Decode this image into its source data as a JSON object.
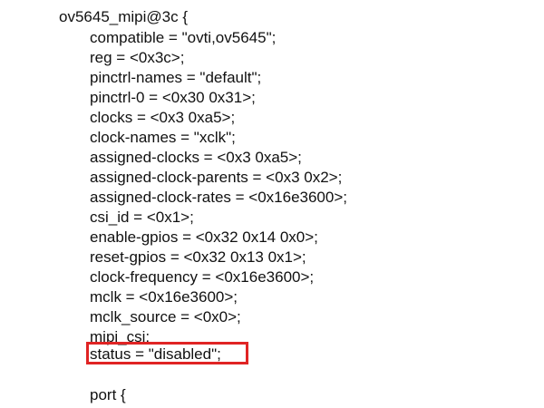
{
  "code": {
    "header": "ov5645_mipi@3c {",
    "lines": [
      "compatible = \"ovti,ov5645\";",
      "reg = <0x3c>;",
      "pinctrl-names = \"default\";",
      "pinctrl-0 = <0x30 0x31>;",
      "clocks = <0x3 0xa5>;",
      "clock-names = \"xclk\";",
      "assigned-clocks = <0x3 0xa5>;",
      "assigned-clock-parents = <0x3 0x2>;",
      "assigned-clock-rates = <0x16e3600>;",
      "csi_id = <0x1>;",
      "enable-gpios = <0x32 0x14 0x0>;",
      "reset-gpios = <0x32 0x13 0x1>;",
      "clock-frequency = <0x16e3600>;",
      "mclk = <0x16e3600>;",
      "mclk_source = <0x0>;",
      "mipi_csi;",
      "status = \"disabled\";",
      "",
      "port {"
    ]
  },
  "highlight": {
    "color": "#e02424",
    "line_text": "status = \"disabled\";"
  }
}
